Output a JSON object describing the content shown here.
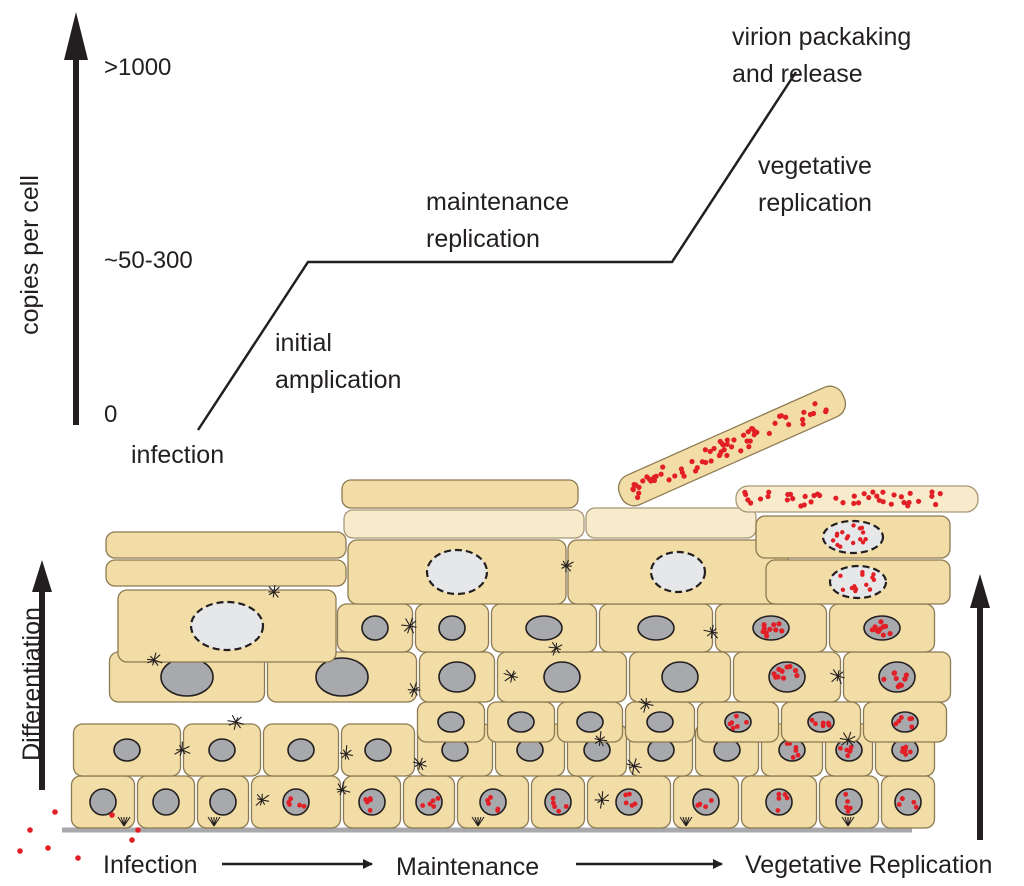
{
  "y_axis": {
    "label": "copies per cell",
    "ticks": [
      ">1000",
      "~50-300",
      "0"
    ]
  },
  "curve": {
    "stages": [
      {
        "id": "infection",
        "lines": [
          "infection"
        ]
      },
      {
        "id": "initial",
        "lines": [
          "initial",
          "amplication"
        ]
      },
      {
        "id": "maintenance",
        "lines": [
          "maintenance",
          "replication"
        ]
      },
      {
        "id": "vegetative",
        "lines": [
          "vegetative",
          "replication"
        ]
      },
      {
        "id": "virion",
        "lines": [
          "virion packaking",
          "and release"
        ]
      }
    ]
  },
  "side_axis": {
    "label": "Differentiation"
  },
  "bottom_stages": [
    "Infection",
    "Maintenance",
    "Vegetative Replication"
  ],
  "colors": {
    "cell_fill": "#f3dda6",
    "nucleus": "#a7a9ac",
    "virus": "#e21f26",
    "ink": "#231f20"
  }
}
